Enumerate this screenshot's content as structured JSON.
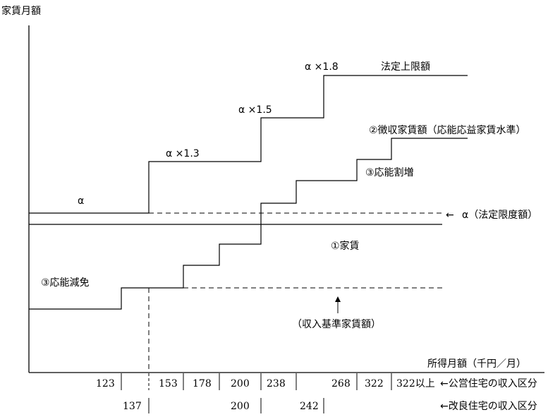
{
  "axis": {
    "y_label": "家賃月額",
    "x_label": "所得月額（千円／月）"
  },
  "lines": {
    "legal_upper": "法定上限額",
    "collected_rent": "②徴収家賃額（応能応益家賃水準）",
    "alpha_legal_limit": "α（法定限度額）",
    "income_standard_rent": "（収入基準家賃額）"
  },
  "multipliers": {
    "alpha": "α",
    "x13": "α ×1.3",
    "x15": "α ×1.5",
    "x18": "α ×1.8"
  },
  "regions": {
    "rent": "①家賃",
    "increase": "③応能割増",
    "reduction": "③応能減免"
  },
  "markers": {
    "up_arrow": "↑",
    "alpha_arrow": "←"
  },
  "public_housing": {
    "caption": "←公営住宅の収入区分",
    "values": [
      "123",
      "153",
      "178",
      "200",
      "238",
      "268",
      "322",
      "322以上"
    ]
  },
  "improved_housing": {
    "caption": "←改良住宅の収入区分",
    "values": [
      "137",
      "200",
      "242"
    ]
  }
}
